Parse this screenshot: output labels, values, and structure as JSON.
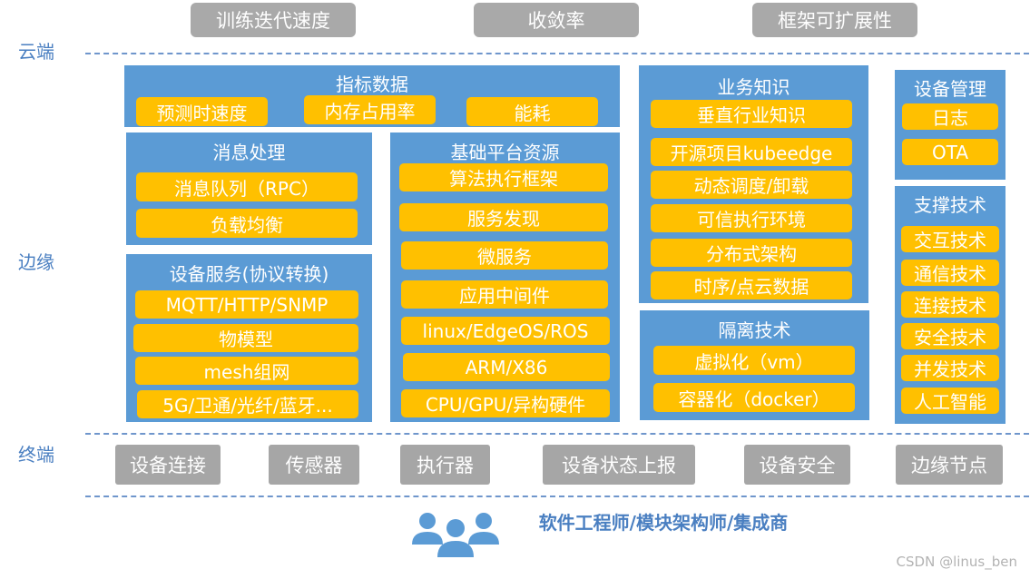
{
  "layers": {
    "cloud": "云端",
    "edge": "边缘",
    "terminal": "终端"
  },
  "cloud_items": [
    "训练迭代速度",
    "收敛率",
    "框架可扩展性"
  ],
  "metrics": {
    "title": "指标数据",
    "items": [
      "预测时速度",
      "内存占用率",
      "能耗"
    ]
  },
  "message": {
    "title": "消息处理",
    "items": [
      "消息队列（RPC）",
      "负载均衡"
    ]
  },
  "device_service": {
    "title": "设备服务(协议转换)",
    "items": [
      "MQTT/HTTP/SNMP",
      "物模型",
      "mesh组网",
      "5G/卫通/光纤/蓝牙..."
    ]
  },
  "platform": {
    "title": "基础平台资源",
    "items": [
      "算法执行框架",
      "服务发现",
      "微服务",
      "应用中间件",
      "linux/EdgeOS/ROS",
      "ARM/X86",
      "CPU/GPU/异构硬件"
    ]
  },
  "business": {
    "title": "业务知识",
    "items": [
      "垂直行业知识",
      "开源项目kubeedge",
      "动态调度/卸载",
      "可信执行环境",
      "分布式架构",
      "时序/点云数据"
    ]
  },
  "isolation": {
    "title": "隔离技术",
    "items": [
      "虚拟化（vm）",
      "容器化（docker）"
    ]
  },
  "device_mgmt": {
    "title": "设备管理",
    "items": [
      "日志",
      "OTA"
    ]
  },
  "support": {
    "title": "支撑技术",
    "items": [
      "交互技术",
      "通信技术",
      "连接技术",
      "安全技术",
      "并发技术",
      "人工智能"
    ]
  },
  "terminal_items": [
    "设备连接",
    "传感器",
    "执行器",
    "设备状态上报",
    "设备安全",
    "边缘节点"
  ],
  "people": {
    "icon": "people-group-icon",
    "text": "软件工程师/模块架构师/集成商"
  },
  "watermark": "CSDN @linus_ben",
  "colors": {
    "panel": "#5b9bd5",
    "chip": "#ffc000",
    "gray": "#a6a6a6",
    "label": "#4a7fc1"
  }
}
